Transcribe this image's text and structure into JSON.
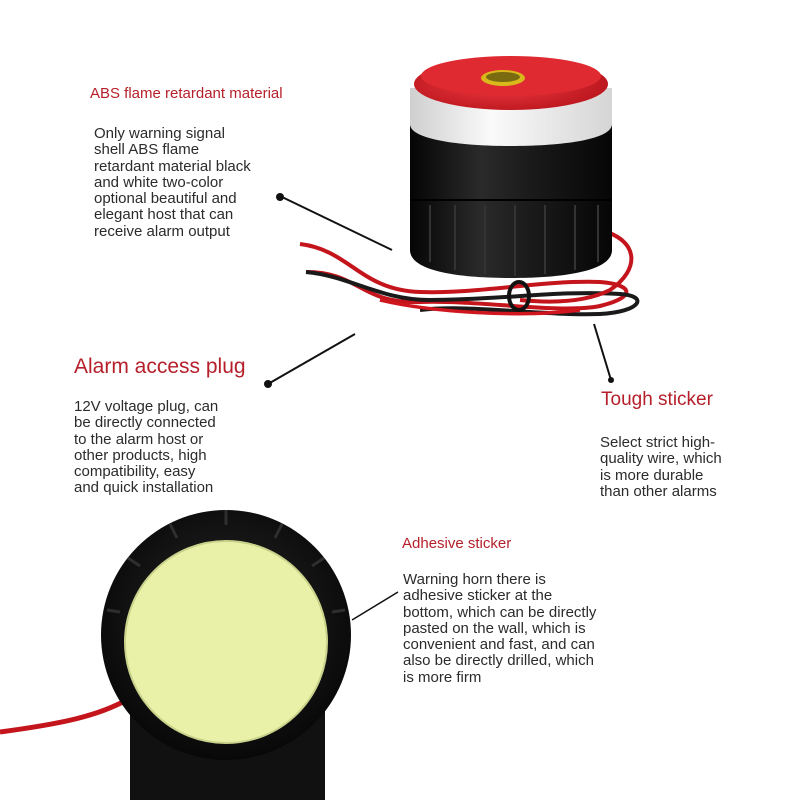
{
  "colors": {
    "heading": "#b51f2a",
    "body_text": "#2b2b2b",
    "buzzer_cap_red": "#d8212a",
    "buzzer_body_black": "#151515",
    "sticker_yellow": "#e8f1a7",
    "wire_red": "#d0161e"
  },
  "callouts": {
    "abs": {
      "title": "ABS flame retardant material",
      "text": "Only warning signal\nshell ABS flame\nretardant material black\nand white two-color\noptional beautiful and\nelegant host that can\nreceive alarm output"
    },
    "plug": {
      "title": "Alarm access plug",
      "text": "12V voltage plug, can\nbe directly connected\nto the alarm host or\nother products, high\ncompatibility, easy\nand quick installation"
    },
    "tough": {
      "title": "Tough sticker",
      "text": "Select strict high-\nquality wire, which\nis more durable\nthan other alarms"
    },
    "adhesive": {
      "title": "Adhesive sticker",
      "text": "Warning horn there is\nadhesive sticker at the\nbottom, which can be directly\npasted on the wall, which is\nconvenient and fast, and can\nalso be directly drilled, which\nis more firm"
    }
  },
  "icons": [
    "buzzer-siren-icon",
    "adhesive-sticker-bottom-icon"
  ]
}
